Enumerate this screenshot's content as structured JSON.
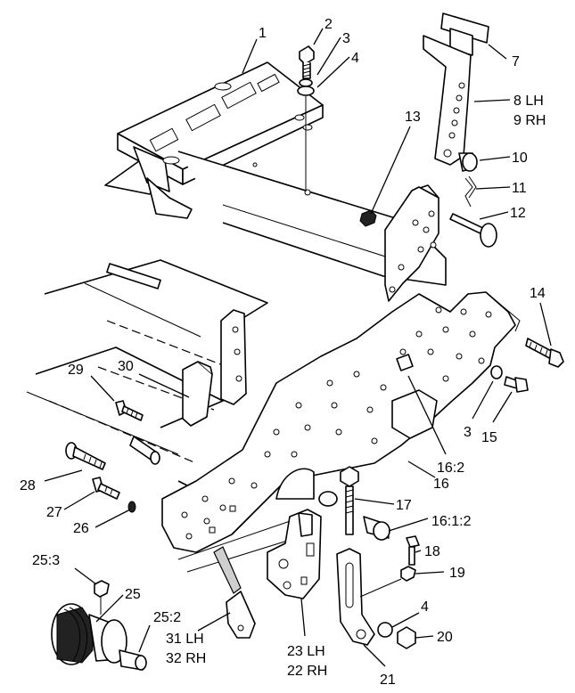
{
  "callouts": [
    {
      "id": "c1",
      "text": "1"
    },
    {
      "id": "c2",
      "text": "2"
    },
    {
      "id": "c3a",
      "text": "3"
    },
    {
      "id": "c4a",
      "text": "4"
    },
    {
      "id": "c7",
      "text": "7"
    },
    {
      "id": "c8",
      "text": "8 LH"
    },
    {
      "id": "c9",
      "text": "9 RH"
    },
    {
      "id": "c10",
      "text": "10"
    },
    {
      "id": "c11",
      "text": "11"
    },
    {
      "id": "c12",
      "text": "12"
    },
    {
      "id": "c13",
      "text": "13"
    },
    {
      "id": "c14",
      "text": "14"
    },
    {
      "id": "c29",
      "text": "29"
    },
    {
      "id": "c30",
      "text": "30"
    },
    {
      "id": "c3b",
      "text": "3"
    },
    {
      "id": "c15",
      "text": "15"
    },
    {
      "id": "c162",
      "text": "16:2"
    },
    {
      "id": "c16",
      "text": "16"
    },
    {
      "id": "c28",
      "text": "28"
    },
    {
      "id": "c27",
      "text": "27"
    },
    {
      "id": "c26",
      "text": "26"
    },
    {
      "id": "c17",
      "text": "17"
    },
    {
      "id": "c1612",
      "text": "16:1:2"
    },
    {
      "id": "c18",
      "text": "18"
    },
    {
      "id": "c19",
      "text": "19"
    },
    {
      "id": "c253",
      "text": "25:3"
    },
    {
      "id": "c25",
      "text": "25"
    },
    {
      "id": "c252",
      "text": "25:2"
    },
    {
      "id": "c4b",
      "text": "4"
    },
    {
      "id": "c20",
      "text": "20"
    },
    {
      "id": "c31",
      "text": "31 LH"
    },
    {
      "id": "c32",
      "text": "32 RH"
    },
    {
      "id": "c23",
      "text": "23 LH"
    },
    {
      "id": "c22",
      "text": "22 RH"
    },
    {
      "id": "c21",
      "text": "21"
    }
  ]
}
